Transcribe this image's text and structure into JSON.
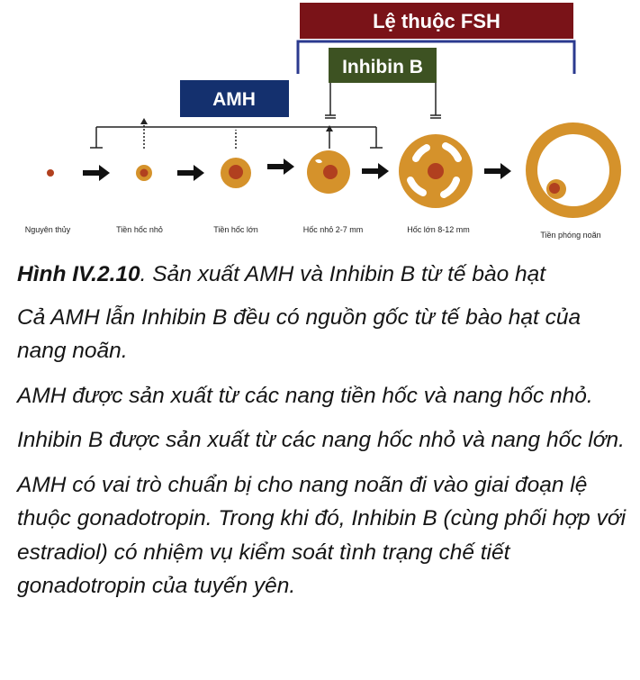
{
  "diagram": {
    "fsh_label": "Lệ thuộc FSH",
    "inhibin_label": "Inhibin B",
    "amh_label": "AMH",
    "stages": [
      "Nguyên thủy",
      "Tiền hốc nhỏ",
      "Tiền hốc lớn",
      "Hốc nhỏ 2-7 mm",
      "Hốc lớn 8-12  mm",
      "Tiền phóng noãn"
    ],
    "colors": {
      "fsh_box": "#7a1318",
      "inhibin_box": "#3d5222",
      "amh_box": "#14306e",
      "bracket": "#2b3a8f",
      "follicle": "#d5922b",
      "oocyte": "#b1401f"
    }
  },
  "caption": {
    "number": "Hình IV.2.10",
    "text": ".  Sản xuất AMH và Inhibin B từ tế bào hạt"
  },
  "paragraphs": [
    "Cả AMH lẫn Inhibin B đều có nguồn gốc từ tế bào hạt của nang noãn.",
    "AMH được sản xuất từ các nang tiền hốc và nang hốc nhỏ.",
    "Inhibin B được sản xuất từ các nang hốc nhỏ và nang hốc lớn.",
    "AMH có vai trò chuẩn bị cho nang noãn đi vào giai đoạn lệ thuộc gonadotropin. Trong khi đó, Inhibin B (cùng phối hợp với estradiol) có nhiệm vụ kiểm soát tình trạng chế tiết gonadotropin của tuyến yên."
  ]
}
